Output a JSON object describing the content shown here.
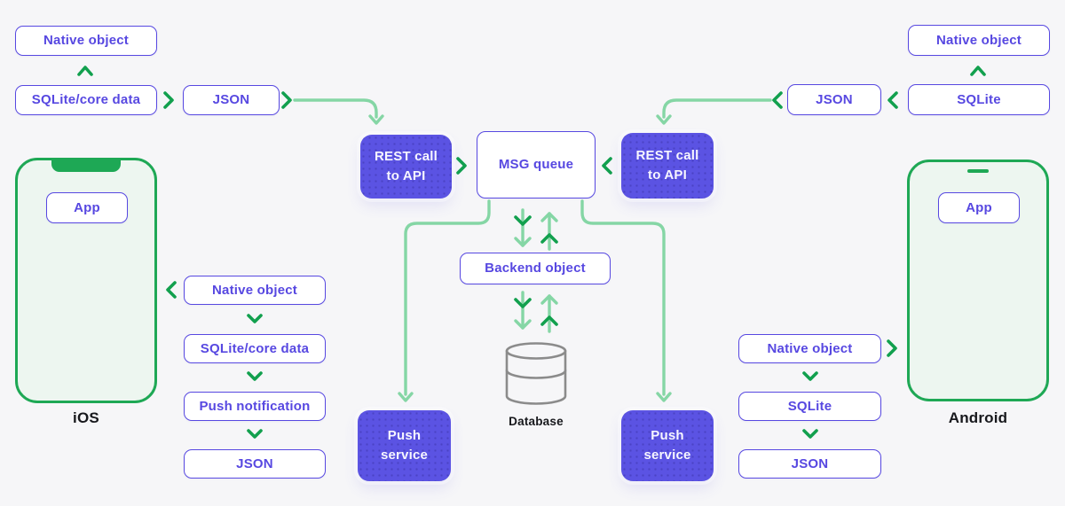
{
  "ios_top": {
    "native": "Native object",
    "sqlite": "SQLite/core data",
    "json": "JSON"
  },
  "android_top": {
    "native": "Native object",
    "sqlite": "SQLite",
    "json": "JSON"
  },
  "ios_mid": {
    "native": "Native object",
    "sqlite": "SQLite/core data",
    "push": "Push notification",
    "json": "JSON"
  },
  "android_mid": {
    "native": "Native object",
    "sqlite": "SQLite",
    "json": "JSON"
  },
  "backend_flow": {
    "rest_left": "REST call to API",
    "msg_queue": "MSG queue",
    "rest_right": "REST call to API",
    "backend": "Backend object",
    "push_left": "Push service",
    "push_right": "Push service",
    "database_label": "Database"
  },
  "devices": {
    "ios": {
      "app": "App",
      "label": "iOS"
    },
    "android": {
      "app": "App",
      "label": "Android"
    }
  },
  "colors": {
    "purple_outline": "#5748e1",
    "purple_fill": "#5b53e3",
    "green_dark": "#12a04e",
    "green_light": "#85d6a5",
    "device_green": "#1ea855",
    "device_fill": "#edf6f0",
    "background": "#f6f6f8",
    "database_gray": "#8b8b8b",
    "label_dark": "#17181c"
  }
}
